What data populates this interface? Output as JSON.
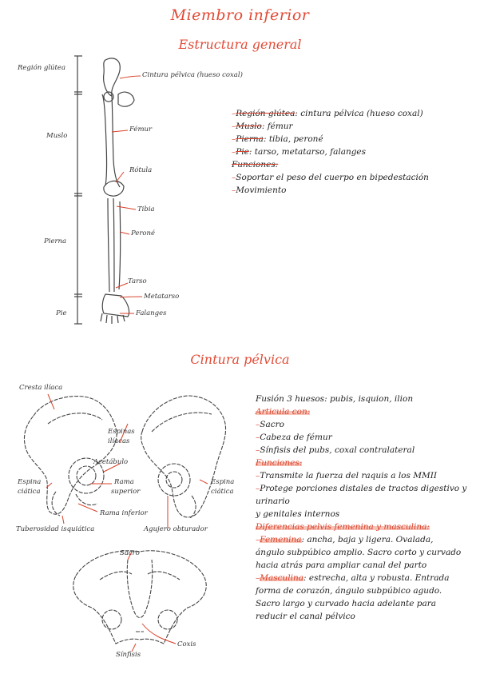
{
  "page": {
    "title": "Miembro inferior",
    "section1_title": "Estructura general",
    "section2_title": "Cintura pélvica"
  },
  "leg_labels": {
    "regions": [
      "Región glútea",
      "Muslo",
      "Pierna",
      "Pie"
    ],
    "bones": [
      "Cintura pélvica (hueso coxal)",
      "Fémur",
      "Rótula",
      "Tibia",
      "Peroné",
      "Tarso",
      "Metatarso",
      "Falanges"
    ]
  },
  "leg_notes": {
    "l1_key": "Región glútea",
    "l1_val": ": cintura pélvica (hueso coxal)",
    "l2_key": "Muslo",
    "l2_val": ": fémur",
    "l3_key": "Pierna",
    "l3_val": ": tibia, peroné",
    "l4_key": "Pie",
    "l4_val": ": tarso, metatarso, falanges",
    "func_head": "Funciones:",
    "f1": "Soportar el peso del cuerpo en bipedestación",
    "f2": "Movimiento"
  },
  "pelvis_labels": {
    "cresta": "Cresta ilíaca",
    "espinas_iliacas_1": "Espinas",
    "espinas_iliacas_2": "ilíacas",
    "acetabulo": "Acetábulo",
    "espina_ciatica_l1": "Espina",
    "espina_ciatica_l2": "ciática",
    "espina_ciatica_r1": "Espina",
    "espina_ciatica_r2": "ciática",
    "rama_sup_1": "Rama",
    "rama_sup_2": "superior",
    "rama_inf": "Rama inferior",
    "tuberosidad": "Tuberosidad isquiática",
    "agujero": "Agujero obturador",
    "sacro": "Sacro",
    "coxis": "Coxis",
    "sinfisis": "Sínfisis"
  },
  "pelvis_notes": {
    "fusion": "Fusión 3 huesos: pubis, isquion, ilion",
    "articula_head": "Articula con:",
    "a1": "Sacro",
    "a2": "Cabeza de fémur",
    "a3": "Sínfisis del pubs, coxal contralateral",
    "func_head": "Funciones:",
    "f1": "Transmite la fuerza del raquis a los MMII",
    "f2a": "Protege porciones distales de tractos digestivo y",
    "f2b": "urinario",
    "f2c": "y genitales internos",
    "dif_head": "Diferencias pelvis femenina y masculina:",
    "fem_key": "Femenina",
    "fem_1": ": ancha, baja y ligera. Ovalada,",
    "fem_2": "ángulo subpúbico amplio. Sacro corto y curvado",
    "fem_3": "hacia atrás para ampliar canal del parto",
    "mas_key": "Masculina",
    "mas_1": ": estrecha, alta y robusta. Entrada",
    "mas_2": "forma de corazón, ángulo subpúbico agudo.",
    "mas_3": "Sacro largo y curvado hacia adelante para",
    "mas_4": "reducir el canal pélvico"
  },
  "colors": {
    "accent": "#e24a35",
    "highlight": "#f7c3b8",
    "ink": "#222222"
  }
}
